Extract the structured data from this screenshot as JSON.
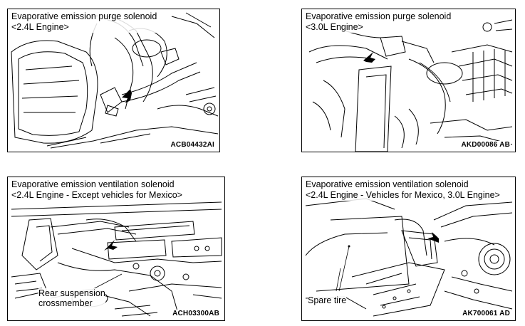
{
  "panels": [
    {
      "title_line1": "Evaporative emission purge solenoid",
      "title_line2": "<2.4L Engine>",
      "code": "ACB04432AI"
    },
    {
      "title_line1": "Evaporative emission purge solenoid",
      "title_line2": "<3.0L Engine>",
      "code": "AKD00086 AB"
    },
    {
      "title_line1": "Evaporative emission ventilation solenoid",
      "title_line2": "<2.4L Engine - Except vehicles for Mexico>",
      "code": "ACH03300AB",
      "label_line1": "Rear suspension",
      "label_line2": "crossmember"
    },
    {
      "title_line1": "Evaporative emission ventilation solenoid",
      "title_line2": "<2.4L Engine - Vehicles for Mexico, 3.0L Engine>",
      "code": "AK700061 AD",
      "label": "Spare tire"
    }
  ]
}
